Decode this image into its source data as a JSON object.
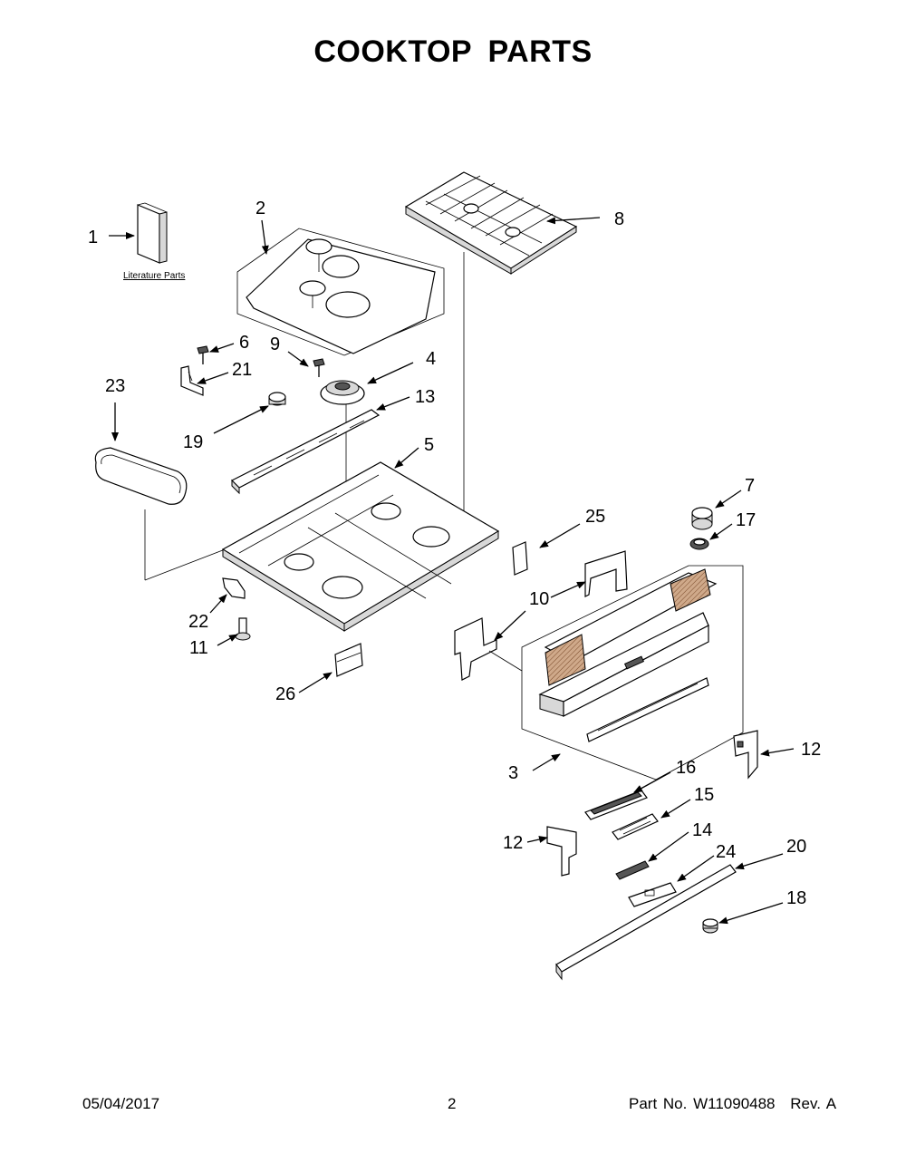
{
  "title": "COOKTOP PARTS",
  "literature_label": "Literature Parts",
  "callouts": [
    "1",
    "2",
    "3",
    "4",
    "5",
    "6",
    "7",
    "8",
    "9",
    "10",
    "11",
    "12",
    "12",
    "13",
    "14",
    "15",
    "16",
    "17",
    "18",
    "19",
    "20",
    "21",
    "22",
    "23",
    "24",
    "25",
    "26"
  ],
  "footer": {
    "date": "05/04/2017",
    "page": "2",
    "part_prefix": "Part No.",
    "part_number": "W11090488",
    "rev_prefix": "Rev.",
    "rev": "A"
  }
}
